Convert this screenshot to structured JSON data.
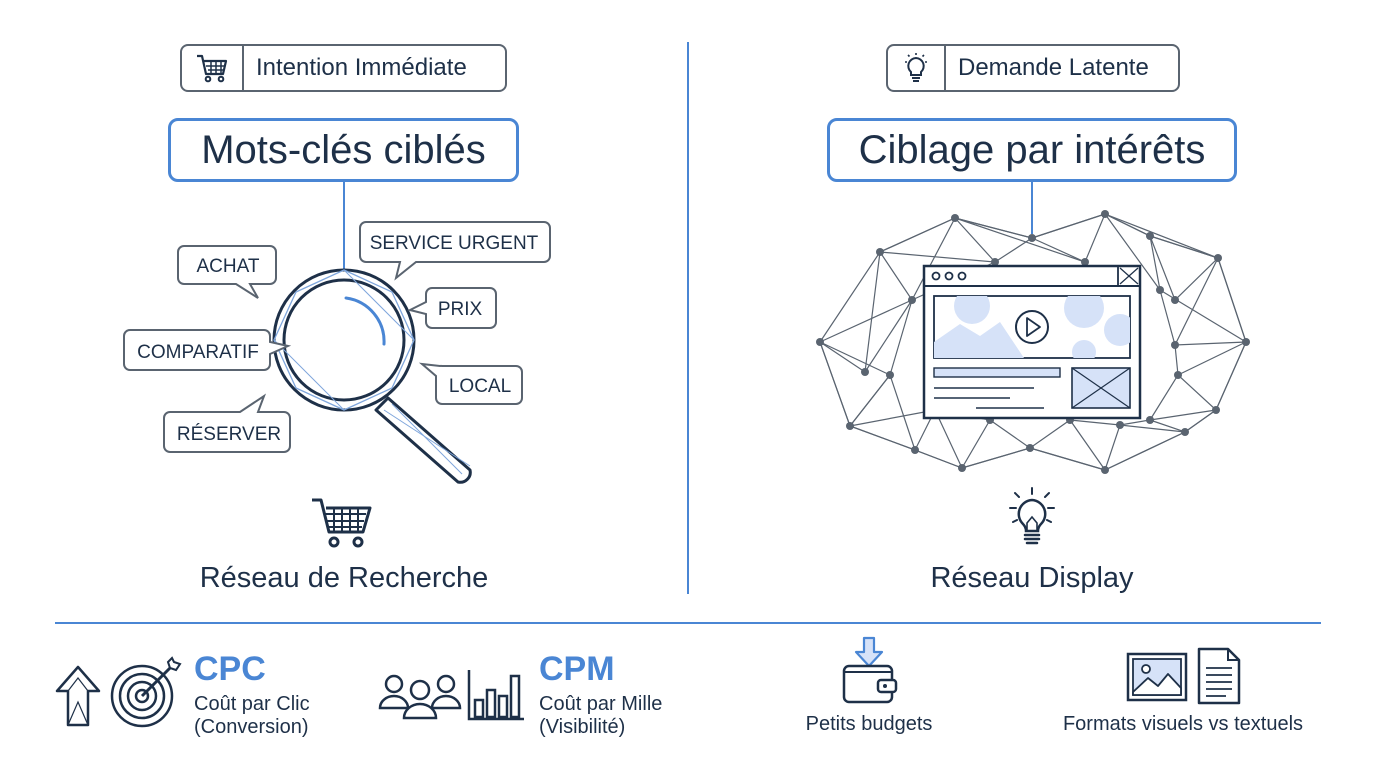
{
  "left": {
    "tag_label": "Intention Immédiate",
    "tag_icon": "cart-icon",
    "title": "Mots-clés ciblés",
    "keywords": [
      "ACHAT",
      "SERVICE URGENT",
      "PRIX",
      "COMPARATIF",
      "LOCAL",
      "RÉSERVER"
    ],
    "network_label": "Réseau de Recherche"
  },
  "right": {
    "tag_label": "Demande Latente",
    "tag_icon": "lightbulb-icon",
    "title": "Ciblage par intérêts",
    "network_label": "Réseau Display"
  },
  "metrics": {
    "cpc": {
      "title": "CPC",
      "line1": "Coût par Clic",
      "line2": "(Conversion)"
    },
    "cpm": {
      "title": "CPM",
      "line1": "Coût par Mille",
      "line2": "(Visibilité)"
    },
    "budgets": "Petits budgets",
    "formats": "Formats visuels vs textuels"
  },
  "colors": {
    "accent": "#4a86d4",
    "text": "#1e3048",
    "outline": "#5a6470",
    "fill_light": "#d6e2f8"
  }
}
